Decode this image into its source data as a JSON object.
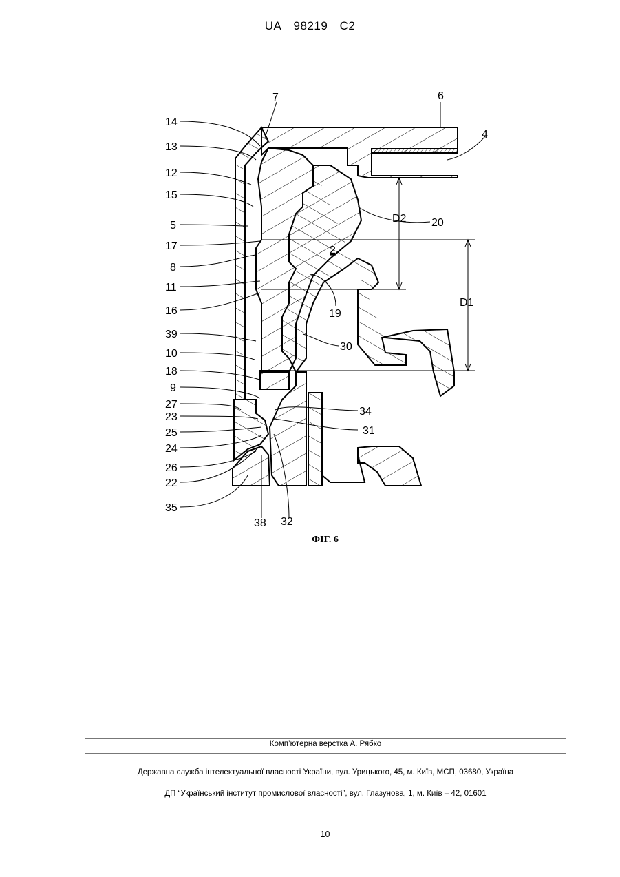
{
  "header": {
    "country": "UA",
    "number": "98219",
    "kind": "C2"
  },
  "figure": {
    "caption": "ФІГ. 6",
    "labels_left": [
      "14",
      "13",
      "12",
      "15",
      "5",
      "17",
      "8",
      "11",
      "16",
      "39",
      "10",
      "18",
      "9",
      "27",
      "23",
      "25",
      "24",
      "26",
      "22",
      "35"
    ],
    "labels_right": [
      "7",
      "6",
      "4",
      "D2",
      "20",
      "2",
      "D1",
      "19",
      "30",
      "34",
      "31"
    ],
    "labels_bottom": [
      "38",
      "32"
    ]
  },
  "footer": {
    "layout": "Комп’ютерна верстка А. Рябко",
    "publisher": "Державна служба інтелектуальної власності України, вул. Урицького, 45, м. Київ, МСП, 03680, Україна",
    "institute": "ДП “Український інститут промислової власності”, вул. Глазунова, 1, м. Київ – 42, 01601"
  },
  "page_number": "10"
}
